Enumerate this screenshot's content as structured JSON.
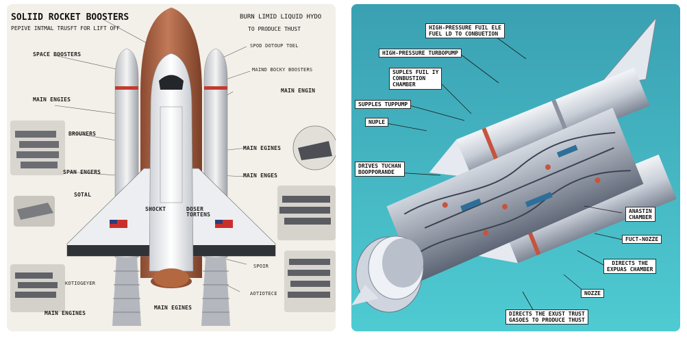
{
  "left_diagram": {
    "title": "SOLIID ROCKET BOOSTERS",
    "subtitle": "PEPIVE INTMAL TRUSFT FOR LIFT OFF",
    "title_right": "BURN LIMID LIQUID HYDO",
    "subtitle_right": "TO PRODUCE THUST",
    "labels": {
      "space_boosters": "SPACE BOOSTERS",
      "main_engies": "MAIN ENGIES",
      "brouners": "BROUNERS",
      "span_engers": "SPAN ENGERS",
      "sotal": "SOTAL",
      "spod_dotour": "SPOD DOTOUP TOEL",
      "maind_bocky": "MAIND BOCKY BOOSTERS",
      "main_engin": "MAIN ENGIN",
      "main_egines": "MAIN EGINES",
      "main_enges": "MAIN ENGES",
      "shockt": "SHOCKT",
      "doser": "DOSER\nTORTENS",
      "spoir": "SPOIR",
      "aotiotece": "AOTIOTECE",
      "kotiogeyer": "KOTIOGEYER",
      "main_egines_bottom": "MAIN EGINES",
      "main_engines_bottom": "MAIN ENGINES"
    },
    "colors": {
      "background": "#f3efe9",
      "external_tank": "#b5694a",
      "flag_red": "#c9302c",
      "flag_blue": "#2a3d78"
    }
  },
  "right_diagram": {
    "labels": {
      "high_pressure_fuel": "HIGH-PRESSURE FUIL ELE\nFUEL LD TO CONBUETION",
      "turbopump": "HIGH-PRESSURE TURBOPUMP",
      "supples_fuel": "SUPLES FUIL IY\nCONBUSTION\nCHAMBER",
      "supples_tuppump": "SUPPLES TUPPUMP",
      "nuple": "NUPLE",
      "drives": "DRIVES TUCHAN\nBOOPPORANDE",
      "anastin": "ANASTIN\nCHAMBER",
      "fuct_nozze": "FUCT-NOZZE",
      "directs_expus": "DIRECTS THE\nEXPUAS CHAMBER",
      "nozze": "NOZZE",
      "directs_exust": "DIRECTS THE EXUST TRUST\nGASOES TO PRODUCE THUST"
    },
    "colors": {
      "background_top": "#3fa6b6",
      "background_bottom": "#4cc7cf",
      "engine_metal": "#dfe3ea",
      "accent_red": "#c6533e"
    }
  }
}
